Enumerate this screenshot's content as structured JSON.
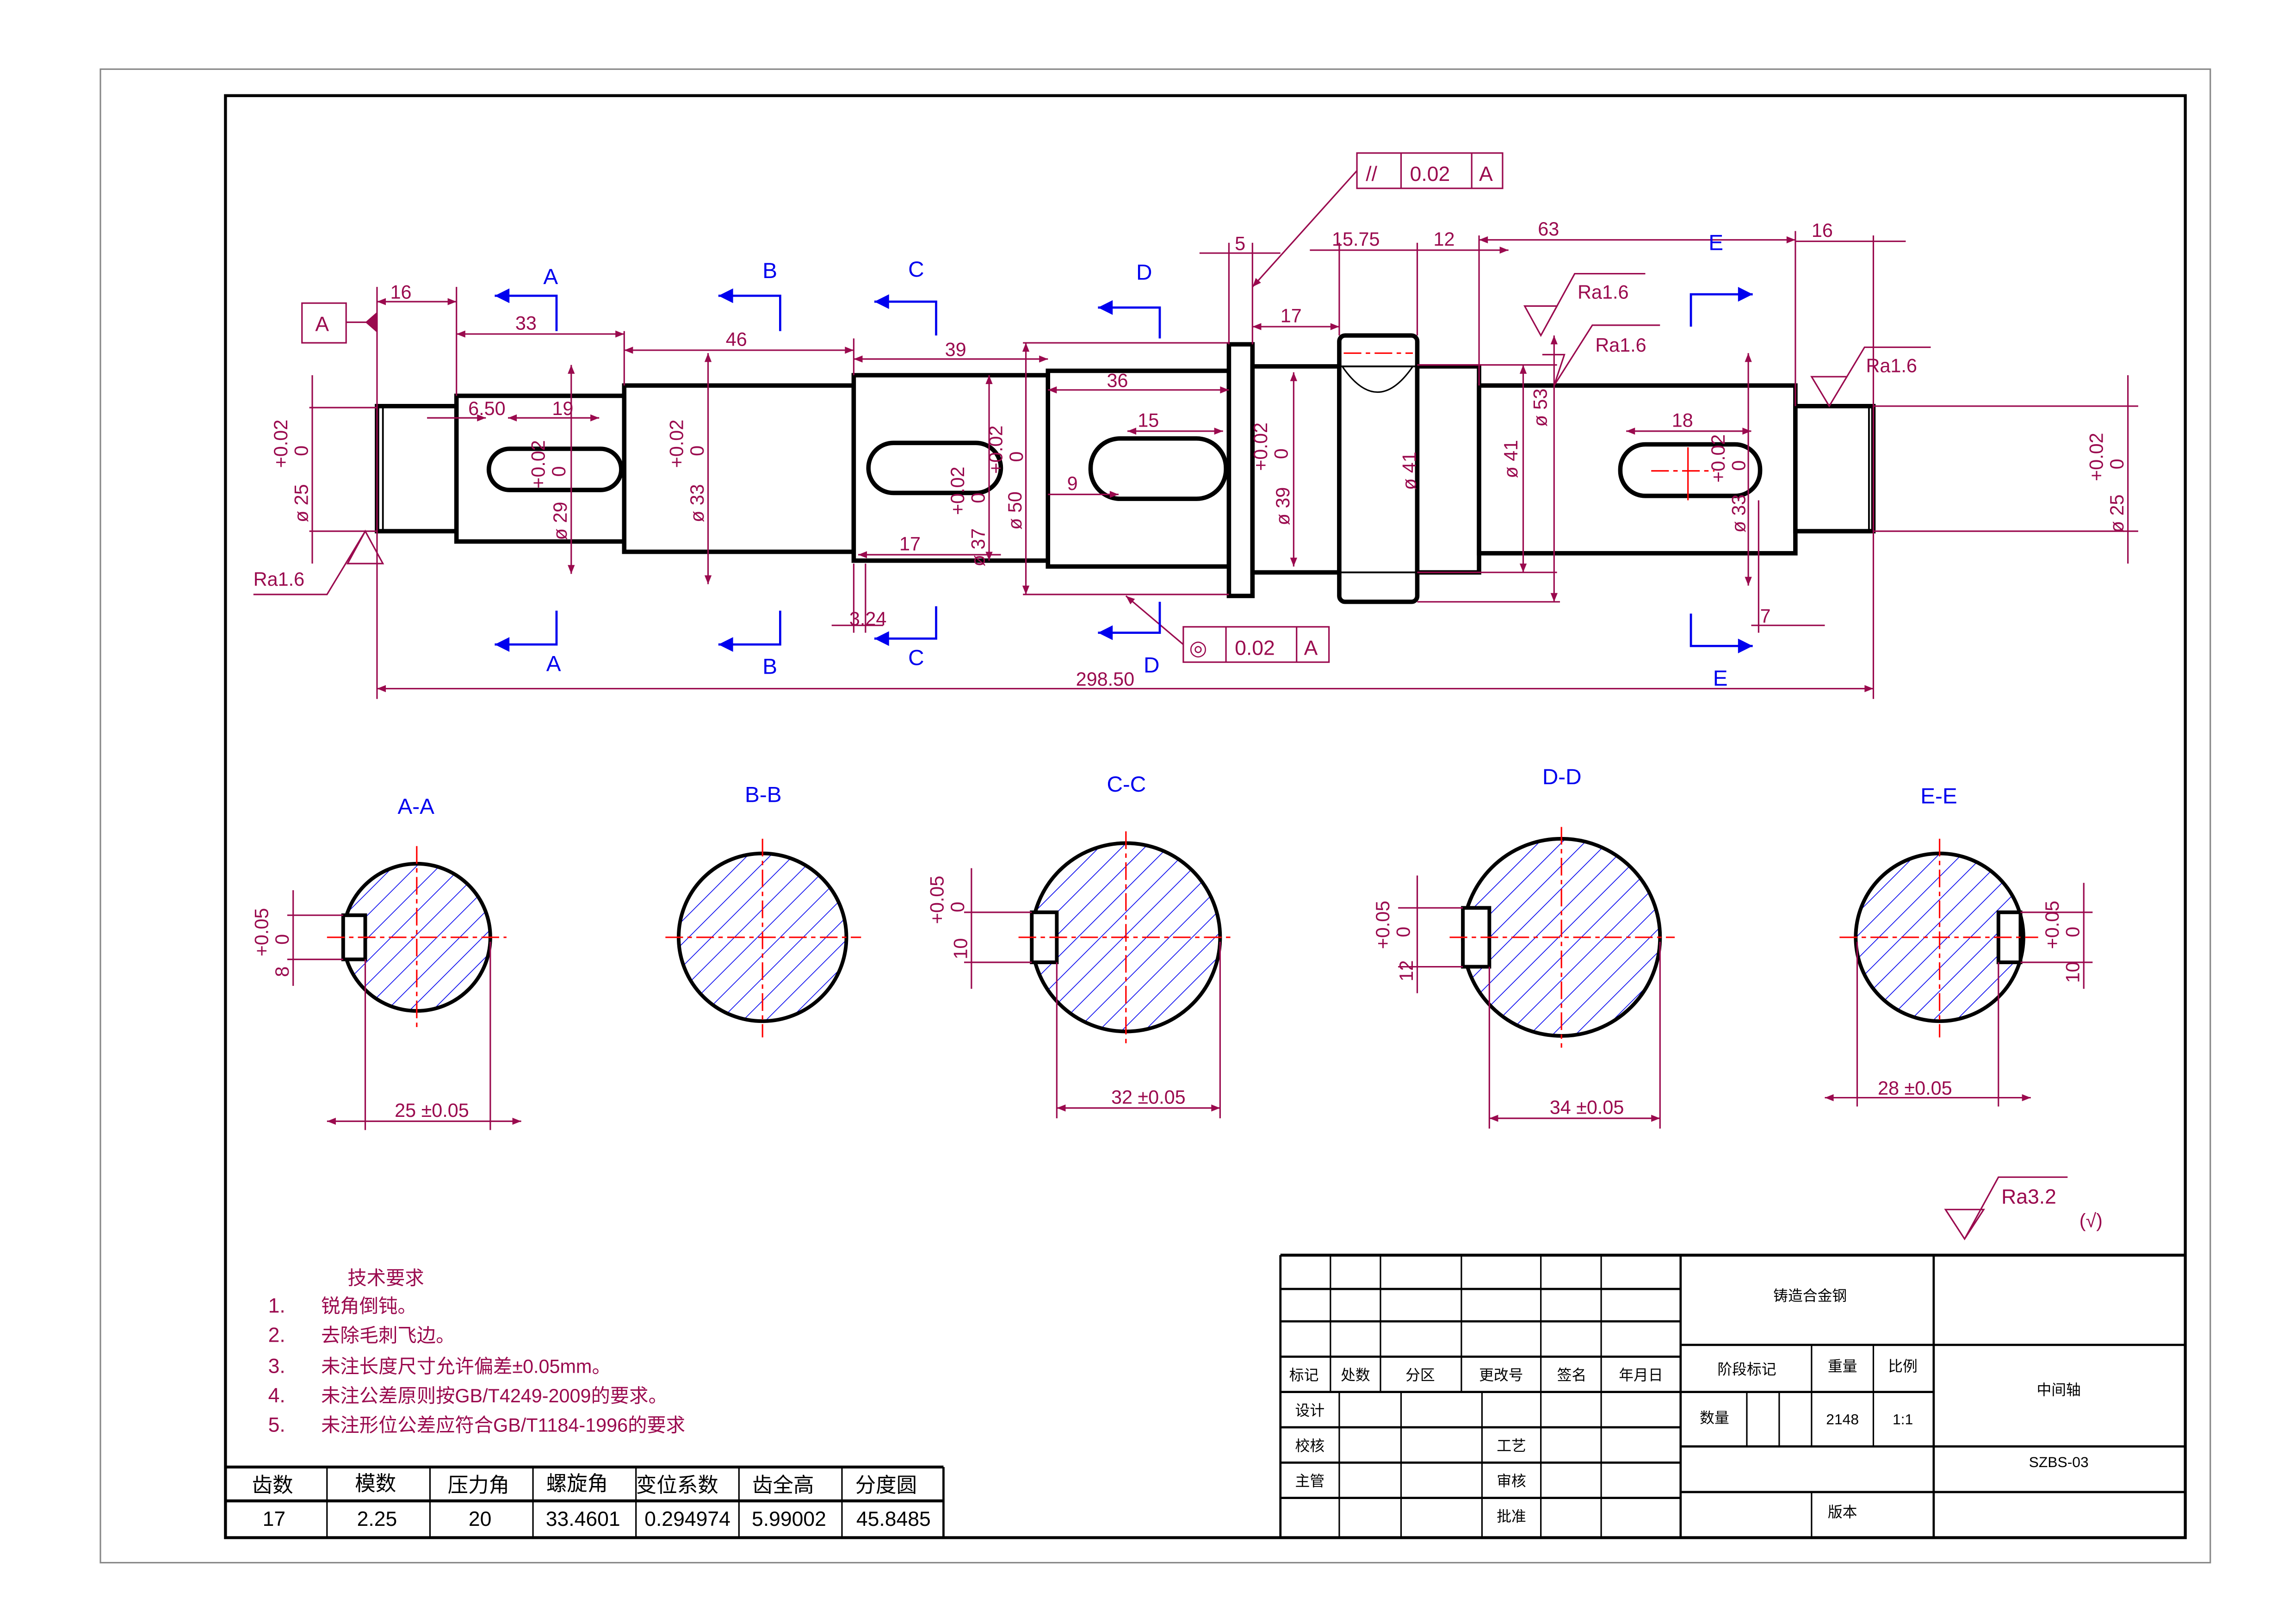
{
  "drawing": {
    "datum_label": "A",
    "section_markers": {
      "A": "A",
      "B": "B",
      "C": "C",
      "D": "D",
      "E": "E"
    },
    "dims": [
      "16",
      "33",
      "46",
      "39",
      "36",
      "15",
      "9",
      "6.50",
      "19",
      "17",
      "3.24",
      "298.50",
      "5",
      "15.75",
      "12",
      "17",
      "63",
      "16",
      "18",
      "7"
    ],
    "diameters": [
      {
        "d": "ø 25",
        "tol_up": "+0.02",
        "tol_lo": "0"
      },
      {
        "d": "ø 29",
        "tol_up": "+0.02",
        "tol_lo": "0"
      },
      {
        "d": "ø 33",
        "tol_up": "+0.02",
        "tol_lo": "0"
      },
      {
        "d": "ø 37",
        "tol_up": "+0.02",
        "tol_lo": "0"
      },
      {
        "d": "ø 50",
        "tol_up": "+0.02",
        "tol_lo": "0"
      },
      {
        "d": "ø 39",
        "tol_up": "+0.02",
        "tol_lo": "0"
      },
      {
        "d": "ø 41"
      },
      {
        "d": "ø 41"
      },
      {
        "d": "ø 53"
      },
      {
        "d": "ø 33",
        "tol_up": "+0.02",
        "tol_lo": "0"
      },
      {
        "d": "ø 25",
        "tol_up": "+0.02",
        "tol_lo": "0"
      }
    ],
    "roughness": [
      "Ra1.6",
      "Ra1.6",
      "Ra1.6",
      "Ra1.6"
    ],
    "general_roughness": "Ra3.2",
    "general_roughness_note": "(√)",
    "tol_parallel": {
      "symbol": "//",
      "value": "0.02",
      "datum": "A"
    },
    "tol_concentric": {
      "symbol": "◎",
      "value": "0.02",
      "datum": "A"
    }
  },
  "sections": [
    {
      "title": "A-A",
      "tol_up": "+0.05",
      "tol_lo": "0",
      "depth": "8",
      "width": "25 ±0.05"
    },
    {
      "title": "B-B"
    },
    {
      "title": "C-C",
      "tol_up": "+0.05",
      "tol_lo": "0",
      "depth": "10",
      "width": "32 ±0.05"
    },
    {
      "title": "D-D",
      "tol_up": "+0.05",
      "tol_lo": "0",
      "depth": "12",
      "width": "34 ±0.05"
    },
    {
      "title": "E-E",
      "tol_up": "+0.05",
      "tol_lo": "0",
      "depth": "10",
      "width": "28 ±0.05"
    }
  ],
  "tech_requirements": {
    "title": "技术要求",
    "items": [
      {
        "n": "1.",
        "t": "锐角倒钝。"
      },
      {
        "n": "2.",
        "t": "去除毛刺飞边。"
      },
      {
        "n": "3.",
        "t": "未注长度尺寸允许偏差±0.05mm。"
      },
      {
        "n": "4.",
        "t": "未注公差原则按GB/T4249-2009的要求。"
      },
      {
        "n": "5.",
        "t": "未注形位公差应符合GB/T1184-1996的要求"
      }
    ]
  },
  "gear_table": {
    "headers": [
      "齿数",
      "模数",
      "压力角",
      "螺旋角",
      "变位系数",
      "齿全高",
      "分度圆"
    ],
    "values": [
      "17",
      "2.25",
      "20",
      "33.4601",
      "0.294974",
      "5.99002",
      "45.8485"
    ]
  },
  "title_block": {
    "rev_headers": [
      "标记",
      "处数",
      "分区",
      "更改号",
      "签名",
      "年月日"
    ],
    "design": "设计",
    "check": "校核",
    "manager": "主管",
    "process": "工艺",
    "review": "审核",
    "approve": "批准",
    "material": "铸造合金钢",
    "stage_mark": "阶段标记",
    "weight_label": "重量",
    "scale_label": "比例",
    "quantity_label": "数量",
    "weight": "2148",
    "scale": "1:1",
    "part_name": "中间轴",
    "drawing_no": "SZBS-03",
    "version_label": "版本"
  }
}
